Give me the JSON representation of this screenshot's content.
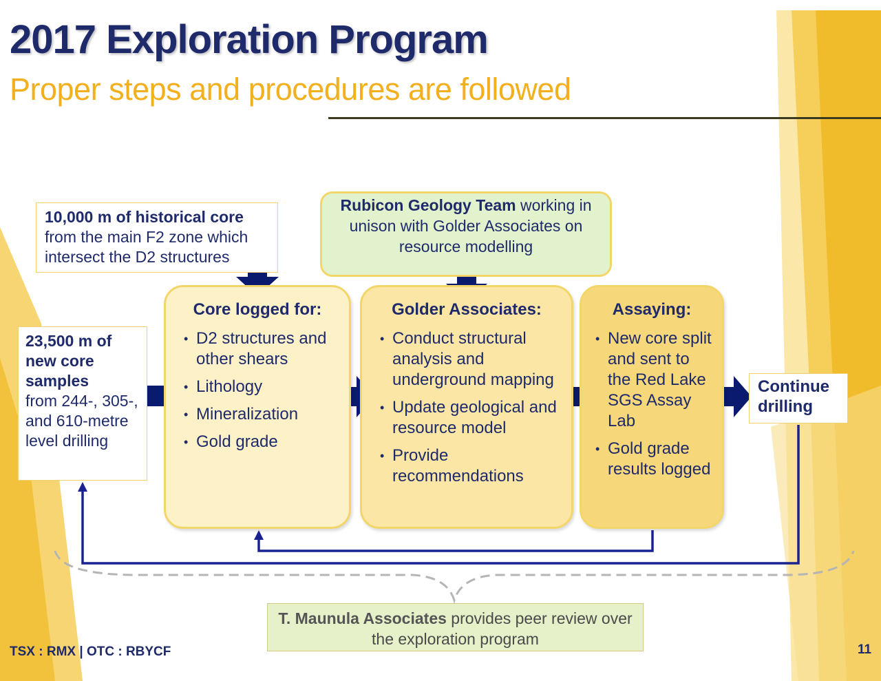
{
  "header": {
    "title": "2017 Exploration Program",
    "subtitle": "Proper steps and procedures are followed"
  },
  "historical_core": {
    "bold": "10,000 m of historical core",
    "text": "from the main F2 zone which intersect the D2 structures"
  },
  "new_core": {
    "bold": "23,500 m of new core samples",
    "text": "from 244-, 305-, and 610-metre level drilling"
  },
  "rubicon": {
    "bold": "Rubicon Geology Team",
    "text": " working in unison with Golder Associates on resource modelling"
  },
  "core_logged": {
    "heading": "Core logged for:",
    "items": [
      "D2 structures and other shears",
      "Lithology",
      "Mineralization",
      "Gold grade"
    ]
  },
  "golder": {
    "heading": "Golder Associates:",
    "items": [
      "Conduct structural analysis and underground mapping",
      "Update geological and resource model",
      "Provide recommendations"
    ]
  },
  "assaying": {
    "heading": "Assaying:",
    "items": [
      "New core split and sent to the Red Lake SGS Assay Lab",
      "Gold grade results logged"
    ]
  },
  "continue": {
    "label": "Continue drilling"
  },
  "maunula": {
    "bold": "T. Maunula Associates",
    "text": " provides peer review over the exploration program"
  },
  "footer": {
    "tsx": "TSX : ",
    "rmx": "RMX",
    "sep": " | ",
    "otc": "OTC : RBYCF",
    "page": "11"
  },
  "colors": {
    "navy": "#1f2a6b",
    "arrow_navy": "#0a1a6e",
    "gold": "#f2b01e",
    "card_light": "#fdf1c8",
    "card_mid": "#fbe6a5",
    "card_dark": "#f6d77a",
    "green_box": "#e2f2cc"
  }
}
